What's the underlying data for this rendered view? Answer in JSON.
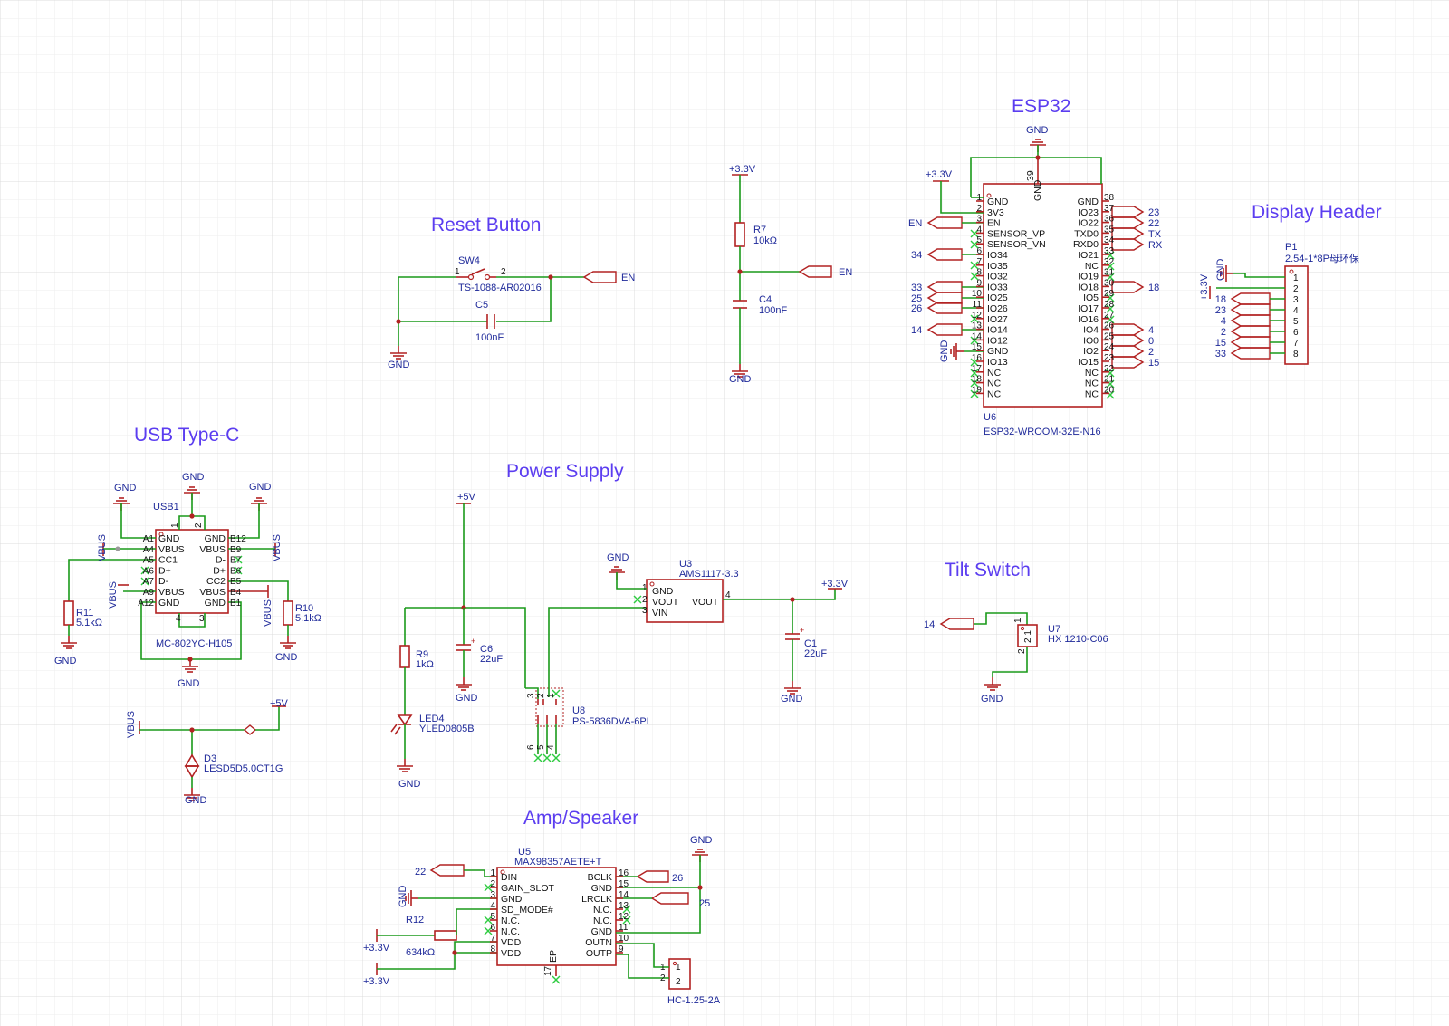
{
  "sections": {
    "reset": "Reset Button",
    "esp32": "ESP32",
    "display": "Display Header",
    "usb": "USB Type-C",
    "power": "Power Supply",
    "tilt": "Tilt Switch",
    "amp": "Amp/Speaker"
  },
  "components": {
    "sw4": {
      "ref": "SW4",
      "value": "TS-1088-AR02016",
      "pin1": "1",
      "pin2": "2"
    },
    "c5": {
      "ref": "C5",
      "value": "100nF"
    },
    "r7": {
      "ref": "R7",
      "value": "10kΩ"
    },
    "c4": {
      "ref": "C4",
      "value": "100nF"
    },
    "u6": {
      "ref": "U6",
      "value": "ESP32-WROOM-32E-N16"
    },
    "p1": {
      "ref": "P1",
      "value": "2.54-1*8P母环保"
    },
    "usb1": {
      "ref": "USB1",
      "value": "MC-802YC-H105"
    },
    "r11": {
      "ref": "R11",
      "value": "5.1kΩ"
    },
    "r10": {
      "ref": "R10",
      "value": "5.1kΩ"
    },
    "d3": {
      "ref": "D3",
      "value": "LESD5D5.0CT1G"
    },
    "r9": {
      "ref": "R9",
      "value": "1kΩ"
    },
    "led4": {
      "ref": "LED4",
      "value": "YLED0805B"
    },
    "c6": {
      "ref": "C6",
      "value": "22uF"
    },
    "u8": {
      "ref": "U8",
      "value": "PS-5836DVA-6PL"
    },
    "u3": {
      "ref": "U3",
      "value": "AMS1117-3.3"
    },
    "c1": {
      "ref": "C1",
      "value": "22uF"
    },
    "u7": {
      "ref": "U7",
      "value": "HX 1210-C06"
    },
    "u5": {
      "ref": "U5",
      "value": "MAX98357AETE+T"
    },
    "r12": {
      "ref": "R12",
      "value": "634kΩ"
    },
    "hc": {
      "value": "HC-1.25-2A"
    }
  },
  "nets": {
    "gnd": "GND",
    "v33": "+3.3V",
    "v5": "+5V",
    "en": "EN",
    "vbus": "VBUS",
    "tx": "TX",
    "rx": "RX"
  },
  "esp32": {
    "top_pin": "39",
    "top_name": "GND",
    "left": [
      {
        "n": "1",
        "name": "GND"
      },
      {
        "n": "2",
        "name": "3V3"
      },
      {
        "n": "3",
        "name": "EN"
      },
      {
        "n": "4",
        "name": "SENSOR_VP"
      },
      {
        "n": "5",
        "name": "SENSOR_VN"
      },
      {
        "n": "6",
        "name": "IO34"
      },
      {
        "n": "7",
        "name": "IO35"
      },
      {
        "n": "8",
        "name": "IO32"
      },
      {
        "n": "9",
        "name": "IO33"
      },
      {
        "n": "10",
        "name": "IO25"
      },
      {
        "n": "11",
        "name": "IO26"
      },
      {
        "n": "12",
        "name": "IO27"
      },
      {
        "n": "13",
        "name": "IO14"
      },
      {
        "n": "14",
        "name": "IO12"
      },
      {
        "n": "15",
        "name": "GND"
      },
      {
        "n": "16",
        "name": "IO13"
      },
      {
        "n": "17",
        "name": "NC"
      },
      {
        "n": "18",
        "name": "NC"
      },
      {
        "n": "19",
        "name": "NC"
      }
    ],
    "right": [
      {
        "n": "38",
        "name": "GND"
      },
      {
        "n": "37",
        "name": "IO23"
      },
      {
        "n": "36",
        "name": "IO22"
      },
      {
        "n": "35",
        "name": "TXD0"
      },
      {
        "n": "34",
        "name": "RXD0"
      },
      {
        "n": "33",
        "name": "IO21"
      },
      {
        "n": "32",
        "name": "NC"
      },
      {
        "n": "31",
        "name": "IO19"
      },
      {
        "n": "30",
        "name": "IO18"
      },
      {
        "n": "29",
        "name": "IO5"
      },
      {
        "n": "28",
        "name": "IO17"
      },
      {
        "n": "27",
        "name": "IO16"
      },
      {
        "n": "26",
        "name": "IO4"
      },
      {
        "n": "25",
        "name": "IO0"
      },
      {
        "n": "24",
        "name": "IO2"
      },
      {
        "n": "23",
        "name": "IO15"
      },
      {
        "n": "22",
        "name": "NC"
      },
      {
        "n": "21",
        "name": "NC"
      },
      {
        "n": "20",
        "name": "NC"
      }
    ],
    "left_flags": {
      "en": "EN",
      "io34": "34",
      "io33": "33",
      "io25": "25",
      "io26": "26",
      "io14": "14"
    },
    "right_flags": {
      "io23": "23",
      "io22": "22",
      "tx": "TX",
      "rx": "RX",
      "io18": "18",
      "io4": "4",
      "io0": "0",
      "io2": "2",
      "io15": "15"
    }
  },
  "display_header": {
    "pins": [
      "1",
      "2",
      "3",
      "4",
      "5",
      "6",
      "7",
      "8"
    ],
    "flags": [
      "18",
      "23",
      "4",
      "2",
      "15",
      "33"
    ]
  },
  "usb_pins": {
    "left_pins": [
      "A1",
      "A4",
      "A5",
      "A6",
      "A7",
      "A9",
      "A12"
    ],
    "left_names": [
      "GND",
      "VBUS",
      "CC1",
      "D+",
      "D-",
      "VBUS",
      "GND"
    ],
    "right_pins": [
      "B12",
      "B9",
      "B7",
      "B6",
      "B5",
      "B4",
      "B1"
    ],
    "right_names": [
      "GND",
      "VBUS",
      "D-",
      "D+",
      "CC2",
      "VBUS",
      "GND"
    ],
    "top_pins": [
      "1",
      "2"
    ],
    "bottom_pins": [
      "4",
      "3"
    ]
  },
  "u3_pins": {
    "p1": "1",
    "p2": "2",
    "p3": "3",
    "p4": "4",
    "gnd": "GND",
    "vout_l": "VOUT",
    "vin": "VIN",
    "vout_r": "VOUT"
  },
  "u8_pins": [
    "3",
    "2",
    "1",
    "6",
    "5",
    "4"
  ],
  "u7_pins": {
    "p1": "1",
    "p2": "2",
    "inner": "2 1"
  },
  "tilt_flag": "14",
  "amp_left": [
    {
      "n": "1",
      "name": "DIN"
    },
    {
      "n": "2",
      "name": "GAIN_SLOT"
    },
    {
      "n": "3",
      "name": "GND"
    },
    {
      "n": "4",
      "name": "SD_MODE#"
    },
    {
      "n": "5",
      "name": "N.C."
    },
    {
      "n": "6",
      "name": "N.C."
    },
    {
      "n": "7",
      "name": "VDD"
    },
    {
      "n": "8",
      "name": "VDD"
    }
  ],
  "amp_right": [
    {
      "n": "16",
      "name": "BCLK"
    },
    {
      "n": "15",
      "name": "GND"
    },
    {
      "n": "14",
      "name": "LRCLK"
    },
    {
      "n": "13",
      "name": "N.C."
    },
    {
      "n": "12",
      "name": "N.C."
    },
    {
      "n": "11",
      "name": "GND"
    },
    {
      "n": "10",
      "name": "OUTN"
    },
    {
      "n": "9",
      "name": "OUTP"
    }
  ],
  "amp_ep": {
    "n": "17",
    "name": "EP"
  },
  "amp_flags": {
    "din": "22",
    "bclk": "26",
    "lrclk": "25"
  },
  "hc_pins": [
    "1",
    "2"
  ]
}
